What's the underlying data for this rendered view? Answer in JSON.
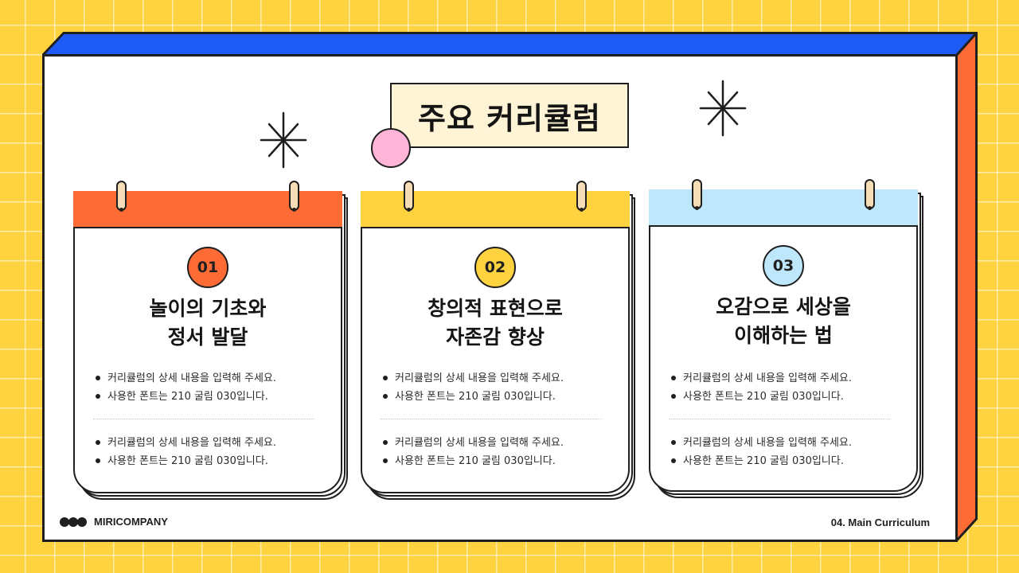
{
  "title": "주요 커리큘럼",
  "colors": {
    "background": "#FFD23F",
    "frame_top": "#1E5BF5",
    "frame_side": "#FF6B35",
    "pink_accent": "#FFB5D8"
  },
  "cards": [
    {
      "number": "01",
      "color": "#FF6B35",
      "title_lines": [
        "놀이의 기초와",
        "정서 발달"
      ],
      "bullets_top": [
        "커리큘럼의 상세 내용을 입력해 주세요.",
        "사용한 폰트는 210 굴림 030입니다."
      ],
      "bullets_bottom": [
        "커리큘럼의 상세 내용을 입력해 주세요.",
        "사용한 폰트는 210 굴림 030입니다."
      ]
    },
    {
      "number": "02",
      "color": "#FFD23F",
      "title_lines": [
        "창의적 표현으로",
        "자존감 향상"
      ],
      "bullets_top": [
        "커리큘럼의 상세 내용을 입력해 주세요.",
        "사용한 폰트는 210 굴림 030입니다."
      ],
      "bullets_bottom": [
        "커리큘럼의 상세 내용을 입력해 주세요.",
        "사용한 폰트는 210 굴림 030입니다."
      ]
    },
    {
      "number": "03",
      "color": "#BEE7FB",
      "title_lines": [
        "오감으로 세상을",
        "이해하는 법"
      ],
      "bullets_top": [
        "커리큘럼의 상세 내용을 입력해 주세요.",
        "사용한 폰트는 210 굴림 030입니다."
      ],
      "bullets_bottom": [
        "커리큘럼의 상세 내용을 입력해 주세요.",
        "사용한 폰트는 210 굴림 030입니다."
      ]
    }
  ],
  "footer": {
    "brand": "MIRICOMPANY",
    "page_label": "04. Main Curriculum"
  },
  "icons": {
    "sparkle": "sparkle-icon",
    "brand_dots": "three-dots-icon"
  }
}
